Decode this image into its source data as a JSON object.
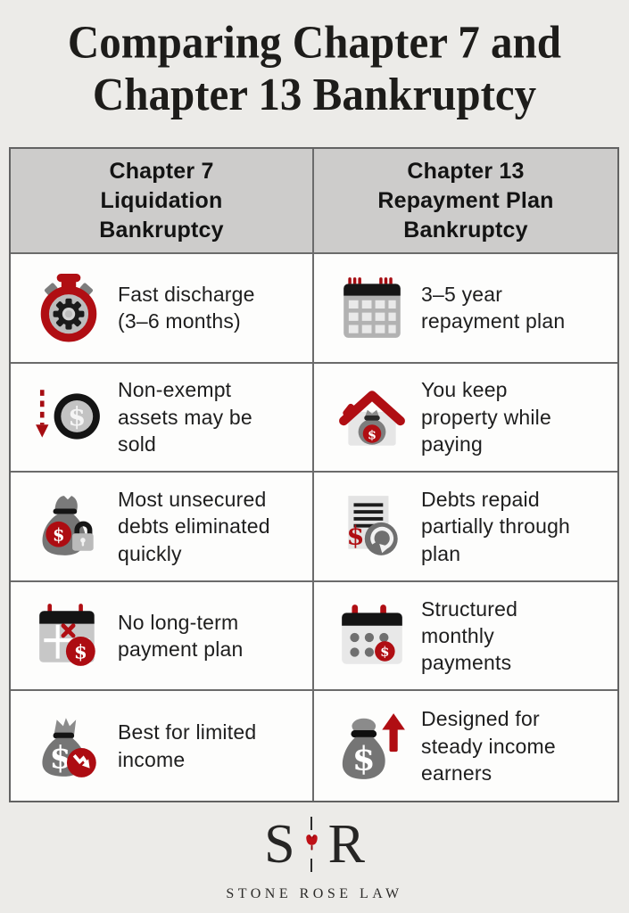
{
  "colors": {
    "page_bg": "#ecebe8",
    "accent_red": "#b00e13",
    "header_bg": "#cdcccb",
    "table_border": "#6b6b6b",
    "cell_bg": "#fdfdfc",
    "text": "#1e1e1e",
    "icon_gray": "#757575",
    "icon_dark": "#161616"
  },
  "title": {
    "text": "Comparing Chapter 7 and\nChapter 13 Bankruptcy"
  },
  "table": {
    "headers": [
      {
        "label": "Chapter 7\nLiquidation\nBankruptcy"
      },
      {
        "label": "Chapter 13\nRepayment Plan\nBankruptcy"
      }
    ],
    "rows": [
      {
        "left": {
          "icon": "stopwatch-icon",
          "text": "Fast discharge\n(3–6 months)"
        },
        "right": {
          "icon": "calendar-grid-icon",
          "text": "3–5 year\nrepayment plan"
        }
      },
      {
        "left": {
          "icon": "asset-sold-coin-icon",
          "text": "Non-exempt\nassets may be\nsold"
        },
        "right": {
          "icon": "house-moneybag-icon",
          "text": "You keep\nproperty while\npaying"
        }
      },
      {
        "left": {
          "icon": "moneybag-lock-icon",
          "text": "Most unsecured\ndebts eliminated\nquickly"
        },
        "right": {
          "icon": "document-refresh-icon",
          "text": "Debts repaid\npartially through\nplan"
        }
      },
      {
        "left": {
          "icon": "calendar-x-icon",
          "text": "No long-term\npayment plan"
        },
        "right": {
          "icon": "calendar-dots-icon",
          "text": "Structured\nmonthly\npayments"
        }
      },
      {
        "left": {
          "icon": "moneybag-decline-icon",
          "text": "Best for limited\nincome"
        },
        "right": {
          "icon": "moneybag-growth-icon",
          "text": "Designed for\nsteady income\nearners"
        }
      }
    ]
  },
  "footer": {
    "logo_left": "S",
    "logo_right": "R",
    "logo_icon": "rose-icon",
    "company": "STONE ROSE LAW"
  }
}
